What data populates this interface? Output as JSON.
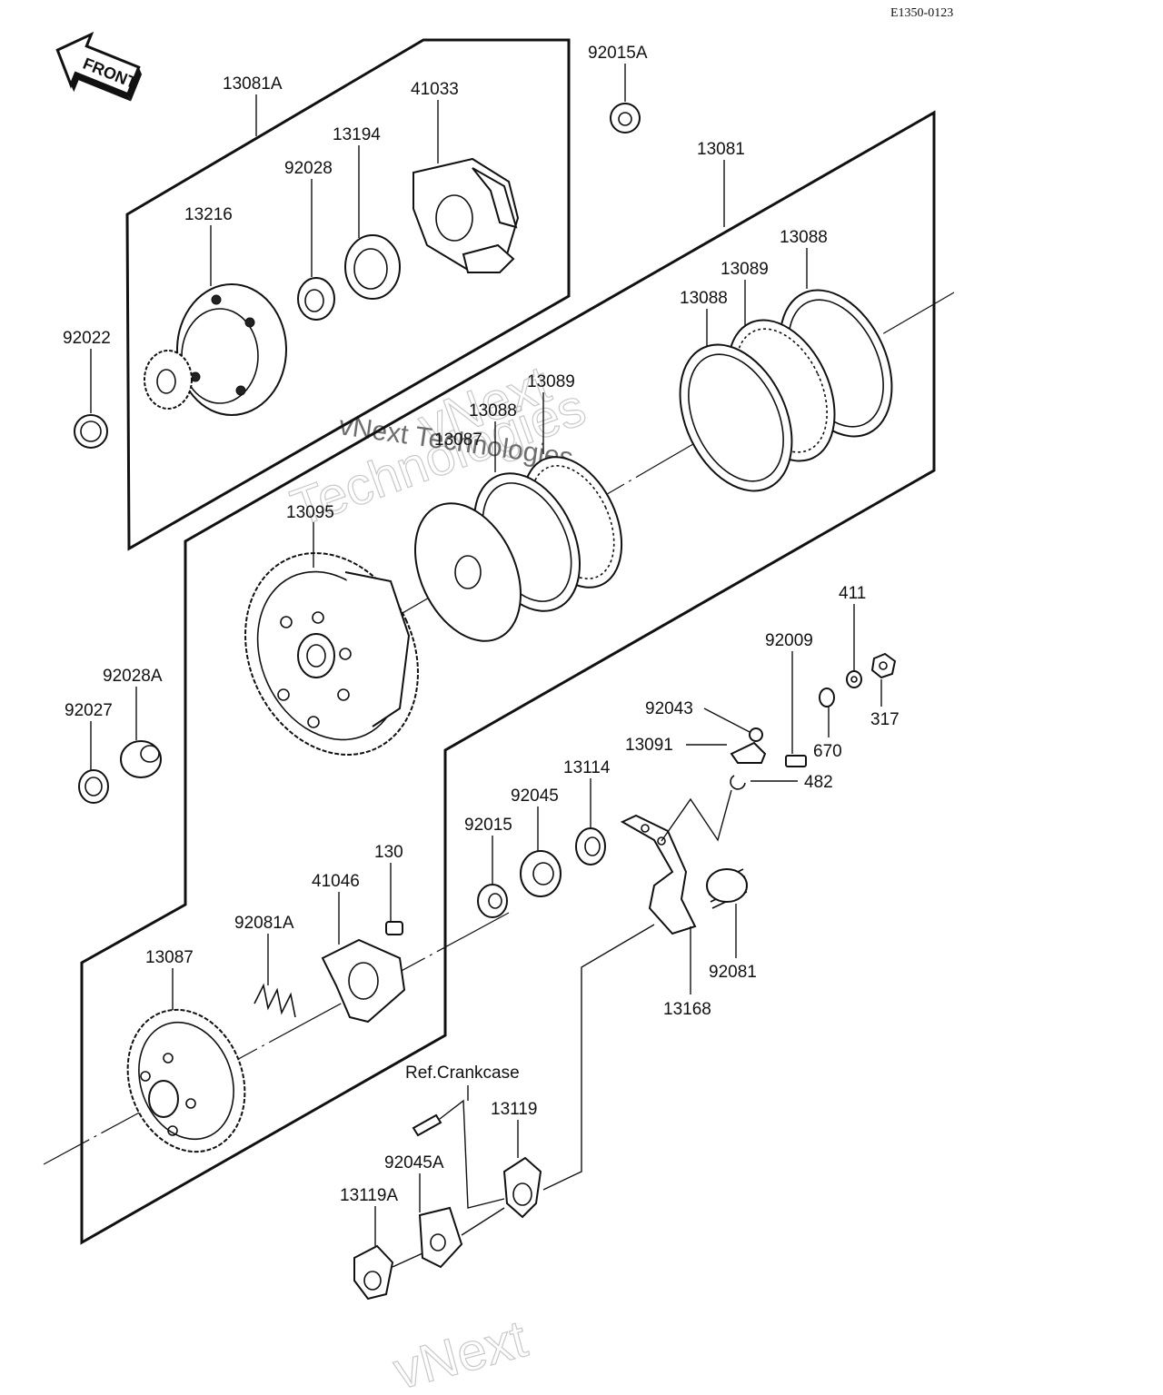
{
  "header": {
    "code": "E1350-0123"
  },
  "front_arrow": {
    "label": "FRONT"
  },
  "labels": {
    "p13081A": "13081A",
    "p92015A": "92015A",
    "p41033": "41033",
    "p13194": "13194",
    "p92028": "92028",
    "p13216": "13216",
    "p13081": "13081",
    "p13088a": "13088",
    "p13089a": "13089",
    "p13088b": "13088",
    "p92022": "92022",
    "p13089b": "13089",
    "p13088c": "13088",
    "p13087a": "13087",
    "p13095": "13095",
    "p411": "411",
    "p92009": "92009",
    "p92028A": "92028A",
    "p92043": "92043",
    "p317": "317",
    "p92027": "92027",
    "p13091": "13091",
    "p670": "670",
    "p13114": "13114",
    "p482": "482",
    "p92045": "92045",
    "p92015": "92015",
    "p130": "130",
    "p41046": "41046",
    "p92081A": "92081A",
    "p92081": "92081",
    "p13087b": "13087",
    "p13168": "13168",
    "pRefCrankcase": "Ref.Crankcase",
    "p13119": "13119",
    "p92045A": "92045A",
    "p13119A": "13119A"
  },
  "watermark": {
    "text1": "vNext",
    "text2": "Technologies",
    "text3": "vNext Technologies"
  }
}
